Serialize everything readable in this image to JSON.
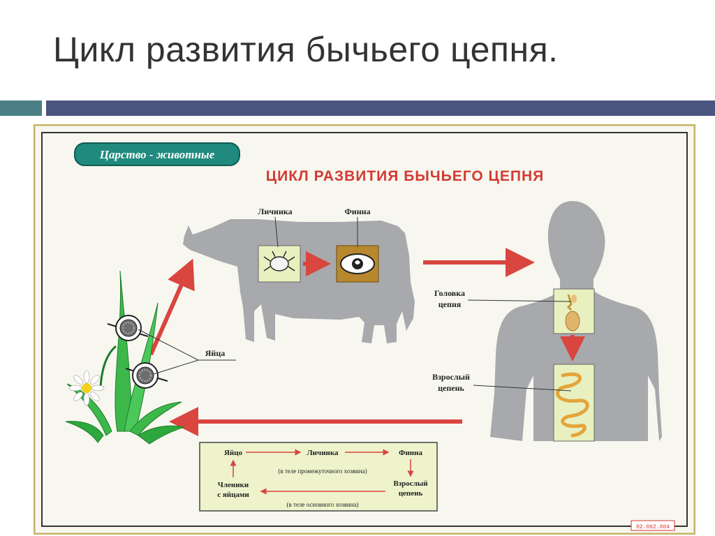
{
  "slide": {
    "title": "Цикл развития бычьего цепня."
  },
  "poster": {
    "kingdom_badge": "Царство - животные",
    "heading": "ЦИКЛ РАЗВИТИЯ БЫЧЬЕГО ЦЕПНЯ",
    "labels": {
      "larva": "Личинка",
      "finna": "Финна",
      "eggs": "Яйца",
      "head_line1": "Головка",
      "head_line2": "цепня",
      "adult_line1": "Взрослый",
      "adult_line2": "цепень"
    },
    "scheme": {
      "egg": "Яйцо",
      "larva": "Личинка",
      "finna": "Финна",
      "adult_line1": "Взрослый",
      "adult_line2": "цепень",
      "segments_line1": "Членики",
      "segments_line2": "с яйцами",
      "intermediate_host": "(в теле промежуточного хозяина)",
      "main_host": "(в теле основного хозяина)"
    },
    "code": "02.062.004"
  },
  "colors": {
    "silhouette": "#a7a9ac",
    "arrow": "#d9453f",
    "badge": "#1f8a7d",
    "heading": "#d33a33",
    "inset": "#e8f0c0",
    "scheme_bg": "#eef3cc",
    "poster_bg": "#f7f7ef",
    "frame": "#c8b26a"
  }
}
